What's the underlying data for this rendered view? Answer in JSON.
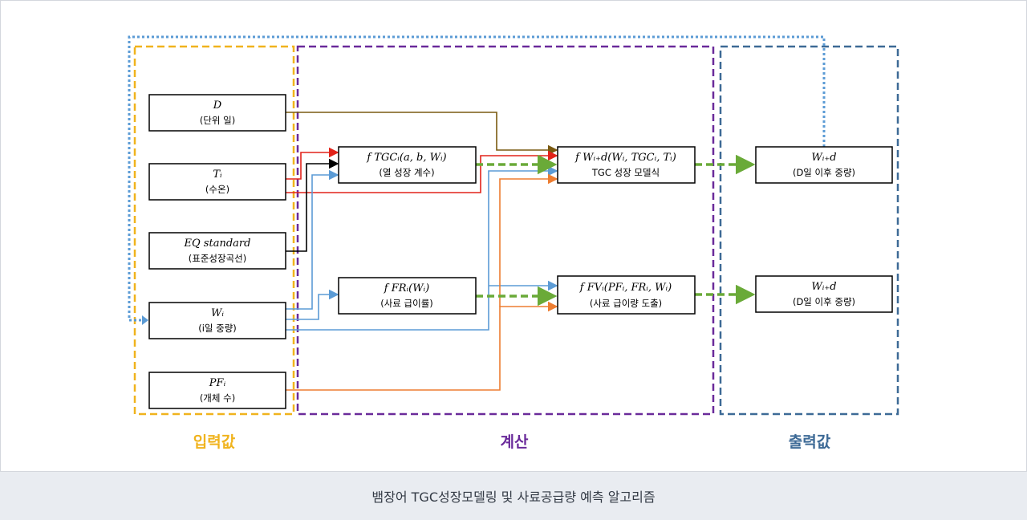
{
  "diagram": {
    "regions": {
      "input": {
        "label": "입력값",
        "color": "#f0b31d"
      },
      "calc": {
        "label": "계산",
        "color": "#6a2a9a"
      },
      "output": {
        "label": "출력값",
        "color": "#3d6a96"
      }
    },
    "inputs": {
      "d": {
        "title": "D",
        "sub": "(단위 일)"
      },
      "t": {
        "title": "Tᵢ",
        "sub": "(수온)"
      },
      "eq": {
        "title": "EQ standard",
        "sub": "(표준성장곡선)"
      },
      "w": {
        "title": "Wᵢ",
        "sub": "(i일 중량)"
      },
      "pf": {
        "title": "PFᵢ",
        "sub": "(개체 수)"
      }
    },
    "calc": {
      "ftgc": {
        "title": "f TGCᵢ(a, b, Wᵢ)",
        "sub": "(열 성장 계수)"
      },
      "ffr": {
        "title": "f FRᵢ(Wᵢ)",
        "sub": "(사료 급이률)"
      },
      "fw": {
        "title": "f Wᵢ₊d(Wᵢ, TGCᵢ, Tᵢ)",
        "sub": "TGC 성장 모델식"
      },
      "ffv": {
        "title": "f FVᵢ(PFᵢ, FRᵢ, Wᵢ)",
        "sub": "(사료 급이량 도출)"
      }
    },
    "outputs": {
      "w1": {
        "title": "Wᵢ₊d",
        "sub": "(D일 이후 중량)"
      },
      "w2": {
        "title": "Wᵢ₊d",
        "sub": "(D일 이후 중량)"
      }
    },
    "colors": {
      "d_line": "#7a5a10",
      "t_line": "#e2231a",
      "eq_line": "#000000",
      "w_line": "#5b9bd5",
      "pf_line": "#ed7d31",
      "green": "#6aaa38",
      "feedback": "#5b9bd5"
    }
  },
  "caption": "뱀장어 TGC성장모델링 및 사료공급량 예측 알고리즘"
}
